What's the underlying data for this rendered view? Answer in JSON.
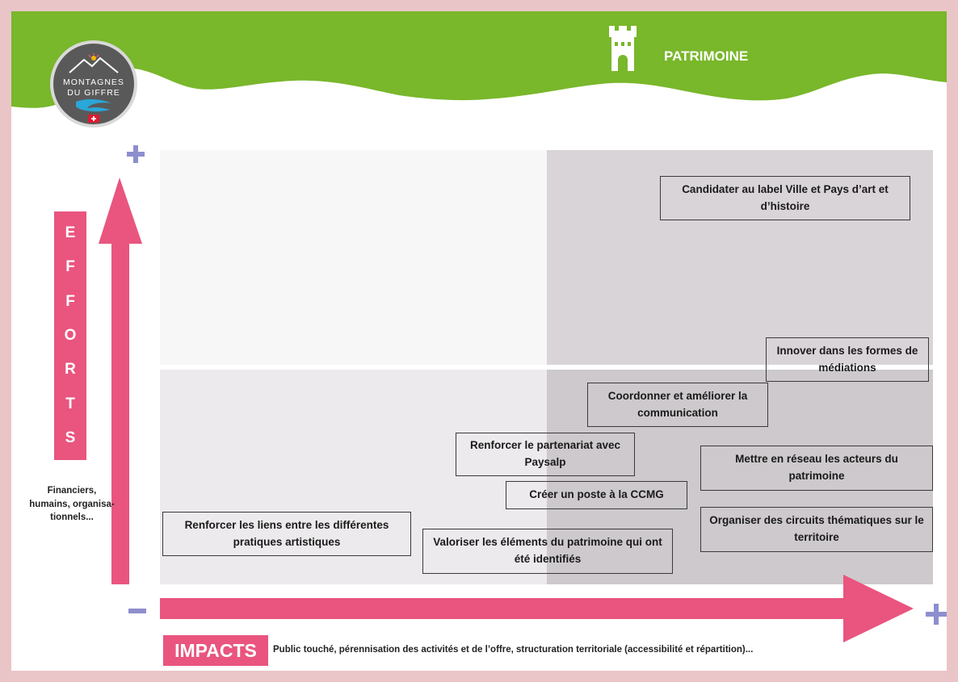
{
  "header": {
    "title": "PATRIMOINE",
    "logo_line1": "MONTAGNES",
    "logo_line2": "DU GIFFRE",
    "icon": "tower-icon"
  },
  "axes": {
    "y_label_letters": [
      "E",
      "F",
      "F",
      "O",
      "R",
      "T",
      "S"
    ],
    "y_description": "Financiers, humains, organisa-tionnels...",
    "y_plus": "+",
    "x_minus": "−",
    "x_plus": "+",
    "x_label": "IMPACTS",
    "x_description": "Public touché, pérennisation des activités et de l’offre, structuration territoriale (accessibilité et répartition)..."
  },
  "actions": [
    {
      "text": "Candidater au label Ville et Pays d’art et d’histoire"
    },
    {
      "text": "Innover dans les formes de médiations"
    },
    {
      "text": "Coordonner et améliorer la communication"
    },
    {
      "text": "Renforcer le partenariat avec Paysalp"
    },
    {
      "text": "Mettre en réseau les acteurs du patrimoine"
    },
    {
      "text": "Créer un poste à la CCMG"
    },
    {
      "text": "Organiser des circuits thématiques sur le territoire"
    },
    {
      "text": "Renforcer les liens entre les différentes pratiques artistiques"
    },
    {
      "text": "Valoriser les éléments du patrimoine qui ont été identifiés"
    }
  ],
  "colors": {
    "banner_green": "#79b72b",
    "axis_pink": "#e9557f",
    "sign_purple": "#8e8ecf",
    "frame_pink": "#e9c5c7"
  }
}
